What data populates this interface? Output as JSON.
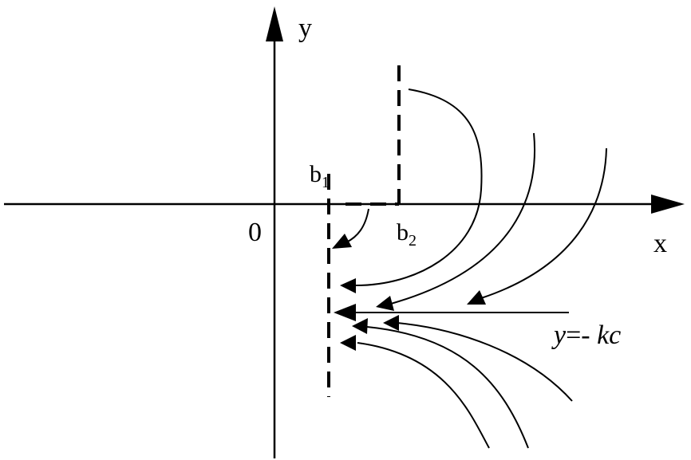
{
  "diagram": {
    "axes": {
      "x_label": "x",
      "y_label": "y",
      "origin_label": "0"
    },
    "points": {
      "b1": {
        "base": "b",
        "subscript": "1"
      },
      "b2": {
        "base": "b",
        "subscript": "2"
      }
    },
    "line_label": {
      "var": "y",
      "op": "=- ",
      "rhs": "kc"
    }
  }
}
